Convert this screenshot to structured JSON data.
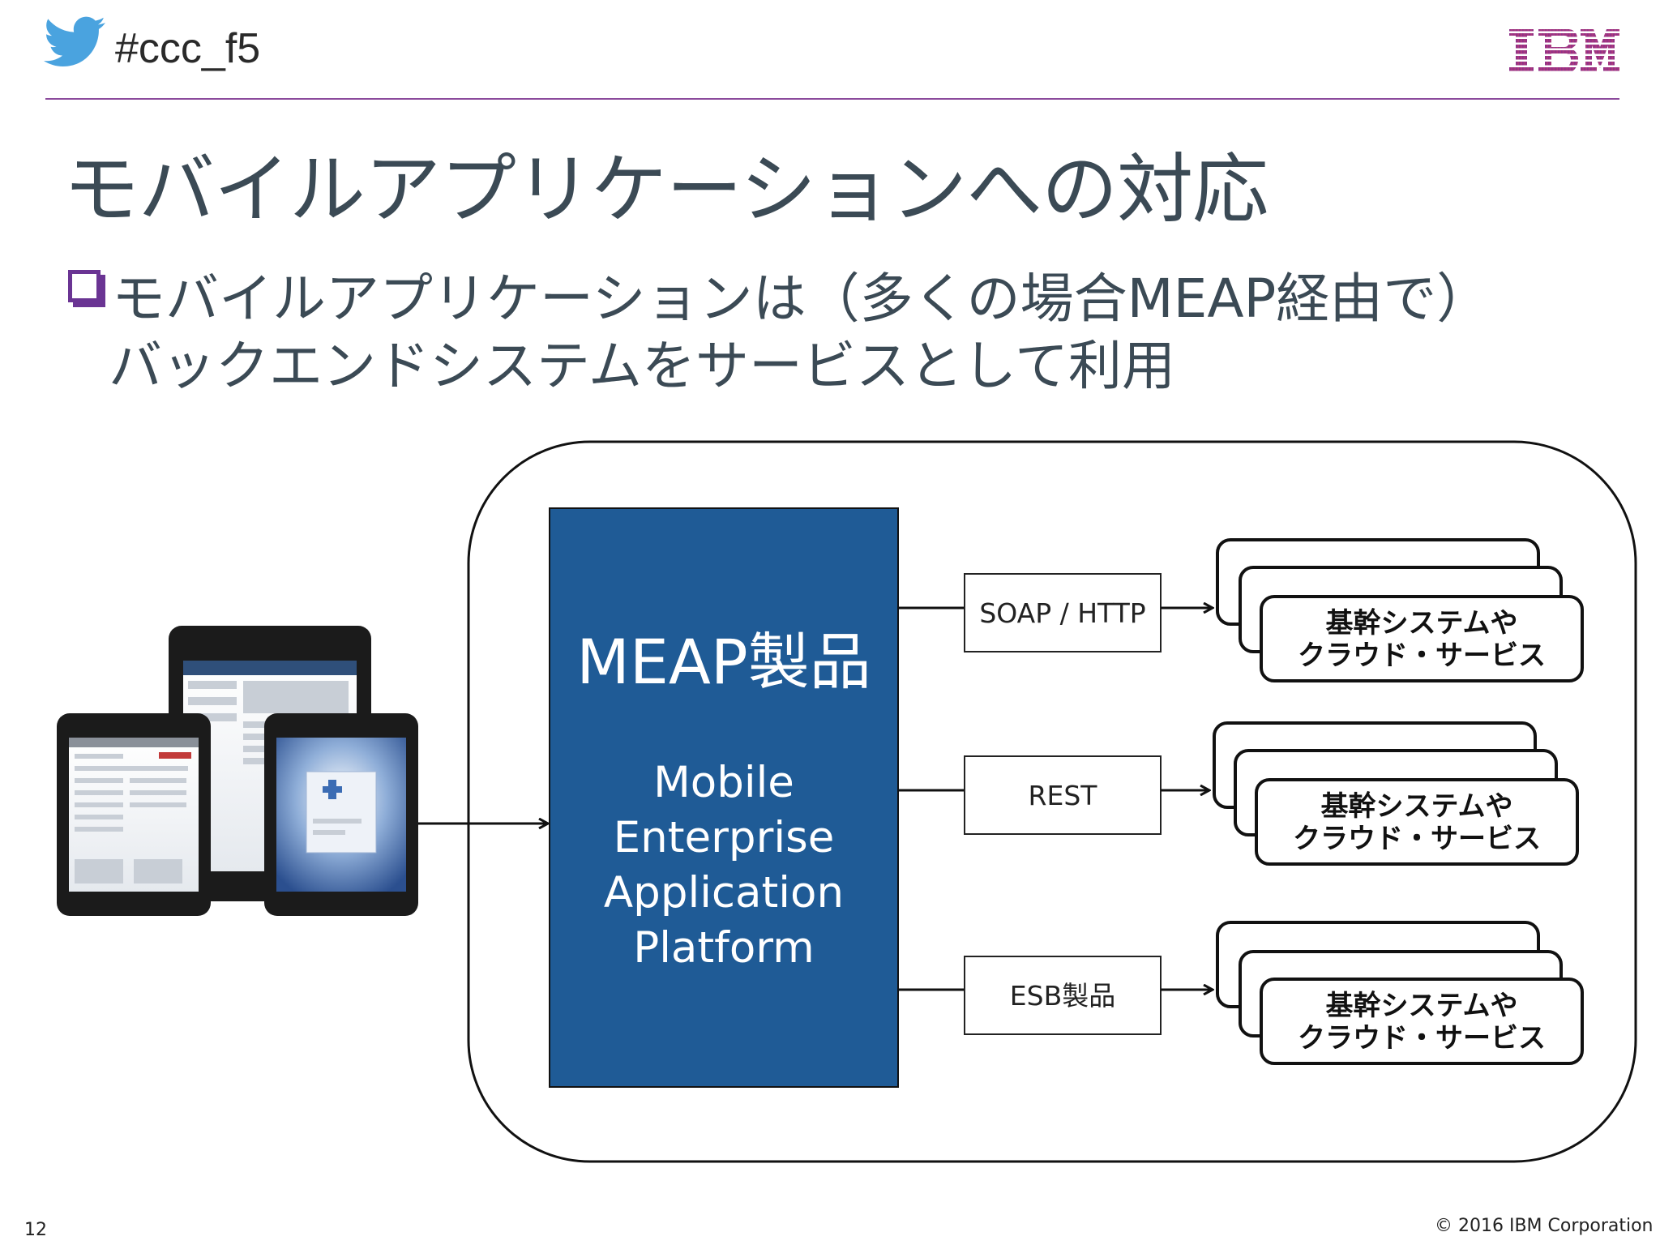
{
  "header": {
    "hashtag": "#ccc_f5",
    "brand_logo": "IBM",
    "brand_color": "#1f3f8f",
    "rule_color": "#8b4a9c"
  },
  "slide": {
    "title": "モバイルアプリケーションへの対応",
    "bullet_line1": "モバイルアプリケーションは（多くの場合MEAP経由で）",
    "bullet_line2": "バックエンドシステムをサービスとして利用",
    "bullet_icon": "checkbox-square-icon",
    "bullet_color": "#6a3493"
  },
  "diagram": {
    "devices_icon": "tablet-devices-icon",
    "meap": {
      "title": "MEAP製品",
      "subtitle_lines": [
        "Mobile",
        "Enterprise",
        "Application",
        "Platform"
      ],
      "fill": "#1f5b96"
    },
    "connectors": [
      {
        "label": "SOAP / HTTP",
        "target_line1": "基幹システムや",
        "target_line2": "クラウド・サービス"
      },
      {
        "label": "REST",
        "target_line1": "基幹システムや",
        "target_line2": "クラウド・サービス"
      },
      {
        "label": "ESB製品",
        "target_line1": "基幹システムや",
        "target_line2": "クラウド・サービス"
      }
    ]
  },
  "footer": {
    "page_number": "12",
    "copyright": "© 2016 IBM Corporation"
  }
}
